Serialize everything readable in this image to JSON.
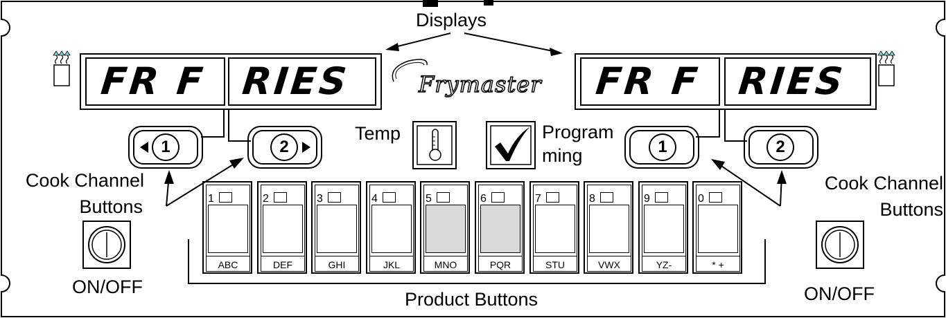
{
  "labels": {
    "displays": "Displays",
    "temp": "Temp",
    "programming_line1": "Program",
    "programming_line2": "ming",
    "cook_channel_left_line1": "Cook Channel",
    "cook_channel_left_line2": "Buttons",
    "cook_channel_right_line1": "Cook Channel",
    "cook_channel_right_line2": "Buttons",
    "on_off_left": "ON/OFF",
    "on_off_right": "ON/OFF",
    "product_buttons": "Product Buttons"
  },
  "brand": "Frymaster",
  "displays": {
    "left": {
      "segment1": "FR F",
      "segment2": "RIES"
    },
    "right": {
      "segment1": "FR F",
      "segment2": "RIES"
    }
  },
  "cook_channel_buttons": {
    "left": [
      "1",
      "2"
    ],
    "right": [
      "1",
      "2"
    ]
  },
  "product_keys": [
    {
      "number": "1",
      "letters": "ABC",
      "highlighted": false
    },
    {
      "number": "2",
      "letters": "DEF",
      "highlighted": false
    },
    {
      "number": "3",
      "letters": "GHI",
      "highlighted": false
    },
    {
      "number": "4",
      "letters": "JKL",
      "highlighted": false
    },
    {
      "number": "5",
      "letters": "MNO",
      "highlighted": true
    },
    {
      "number": "6",
      "letters": "PQR",
      "highlighted": true
    },
    {
      "number": "7",
      "letters": "STU",
      "highlighted": false
    },
    {
      "number": "8",
      "letters": "VWX",
      "highlighted": false
    },
    {
      "number": "9",
      "letters": "YZ-",
      "highlighted": false
    },
    {
      "number": "0",
      "letters": "* +",
      "highlighted": false
    }
  ],
  "colors": {
    "highlight": "#d9d9d9",
    "line": "#000000"
  }
}
